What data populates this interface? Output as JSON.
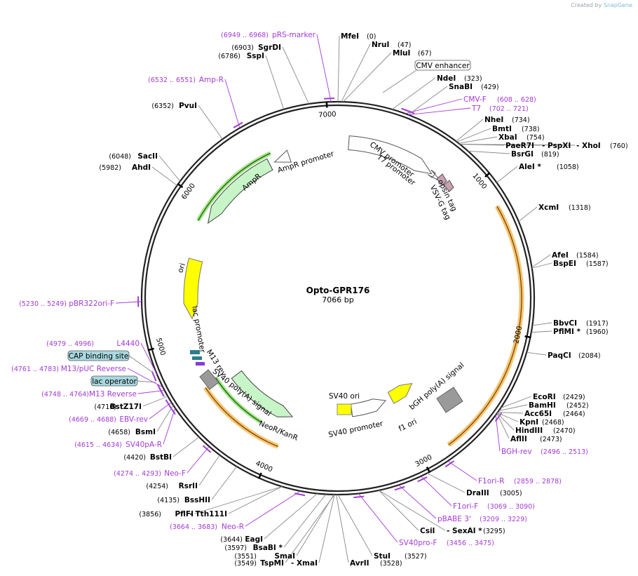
{
  "credit": {
    "prefix": "Created by",
    "brand": "SnapGene"
  },
  "plasmid": {
    "name": "Opto-GPR176",
    "length_label": "7066 bp"
  },
  "ticks": [
    "7000",
    "1000",
    "2000",
    "3000",
    "4000",
    "5000",
    "6000"
  ],
  "sites": [
    {
      "name": "MfeI",
      "pos": "(0)"
    },
    {
      "name": "NruI",
      "pos": "(47)"
    },
    {
      "name": "MluI",
      "pos": "(67)"
    },
    {
      "name": "NdeI",
      "pos": "(323)"
    },
    {
      "name": "SnaBI",
      "pos": "(429)"
    },
    {
      "name": "NheI",
      "pos": "(734)"
    },
    {
      "name": "BmtI",
      "pos": "(738)"
    },
    {
      "name": "XbaI",
      "pos": "(754)"
    },
    {
      "name": "PaeR7I",
      "pos": ""
    },
    {
      "name": "- PspXI",
      "pos": ""
    },
    {
      "name": "- XhoI",
      "pos": "(760)"
    },
    {
      "name": "BsrGI",
      "pos": "(819)"
    },
    {
      "name": "AleI *",
      "pos": "(1058)"
    },
    {
      "name": "XcmI",
      "pos": "(1318)"
    },
    {
      "name": "AfeI",
      "pos": "(1584)"
    },
    {
      "name": "BspEI",
      "pos": "(1587)"
    },
    {
      "name": "BbvCI",
      "pos": "(1917)"
    },
    {
      "name": "PflMI *",
      "pos": "(1960)"
    },
    {
      "name": "PaqCI",
      "pos": "(2084)"
    },
    {
      "name": "EcoRI",
      "pos": "(2429)"
    },
    {
      "name": "BamHI",
      "pos": "(2452)"
    },
    {
      "name": "Acc65I",
      "pos": "(2464)"
    },
    {
      "name": "KpnI",
      "pos": "(2468)"
    },
    {
      "name": "HindIII",
      "pos": "(2470)"
    },
    {
      "name": "AflII",
      "pos": "(2473)"
    },
    {
      "name": "DraIII",
      "pos": "(3005)"
    },
    {
      "name": "CsiI",
      "pos": ""
    },
    {
      "name": "- SexAI *",
      "pos": "(3295)"
    },
    {
      "name": "StuI",
      "pos": "(3527)"
    },
    {
      "name": "AvrII",
      "pos": "(3528)"
    },
    {
      "name": "TspMI",
      "pos": "(3549)"
    },
    {
      "name": "- XmaI",
      "pos": ""
    },
    {
      "name": "SmaI",
      "pos": "(3551)"
    },
    {
      "name": "BsaBI *",
      "pos": "(3597)"
    },
    {
      "name": "EagI",
      "pos": "(3644)"
    },
    {
      "name": "PflFI",
      "pos": "(3856)"
    },
    {
      "name": "- Tth111I",
      "pos": ""
    },
    {
      "name": "BssHII",
      "pos": "(4135)"
    },
    {
      "name": "RsrII",
      "pos": "(4254)"
    },
    {
      "name": "BstBI",
      "pos": "(4420)"
    },
    {
      "name": "BsmI",
      "pos": "(4658)"
    },
    {
      "name": "BstZ17I",
      "pos": "(4710)"
    },
    {
      "name": "AhdI",
      "pos": "(5982)"
    },
    {
      "name": "SacII",
      "pos": "(6048)"
    },
    {
      "name": "PvuI",
      "pos": "(6352)"
    },
    {
      "name": "SspI",
      "pos": "(6786)"
    },
    {
      "name": "SgrDI",
      "pos": "(6903)"
    }
  ],
  "primers": [
    {
      "name": "pRS-marker",
      "pos": "(6949 .. 6968)"
    },
    {
      "name": "Amp-R",
      "pos": "(6532 .. 6551)"
    },
    {
      "name": "CMV-F",
      "pos": "(608 .. 628)"
    },
    {
      "name": "T7",
      "pos": "(702 .. 721)"
    },
    {
      "name": "pBR322ori-F",
      "pos": "(5230 .. 5249)"
    },
    {
      "name": "L4440",
      "pos": "(4979 .. 4996)"
    },
    {
      "name": "M13/pUC Reverse",
      "pos": "(4761 .. 4783)"
    },
    {
      "name": "M13 Reverse",
      "pos": "(4748 .. 4764)"
    },
    {
      "name": "EBV-rev",
      "pos": "(4669 .. 4688)"
    },
    {
      "name": "SV40pA-R",
      "pos": "(4615 .. 4634)"
    },
    {
      "name": "Neo-F",
      "pos": "(4274 .. 4293)"
    },
    {
      "name": "Neo-R",
      "pos": "(3664 .. 3683)"
    },
    {
      "name": "BGH-rev",
      "pos": "(2496 .. 2513)"
    },
    {
      "name": "F1ori-R",
      "pos": "(2859 .. 2878)"
    },
    {
      "name": "F1ori-F",
      "pos": "(3069 .. 3090)"
    },
    {
      "name": "pBABE 3'",
      "pos": "(3209 .. 3229)"
    },
    {
      "name": "SV40pro-F",
      "pos": "(3456 .. 3475)"
    }
  ],
  "boxed_labels": [
    "CMV enhancer",
    "CAP binding site",
    "lac operator"
  ],
  "features": [
    "CMV promoter",
    "T7 promoter",
    "opsin tag",
    "VSV-G tag",
    "bGH poly(A) signal",
    "f1 ori",
    "SV40 ori",
    "SV40 promoter",
    "NeoR/KanR",
    "SV40 poly(A) signal",
    "M13 rev",
    "lac promoter",
    "ori",
    "AmpR",
    "AmpR promoter"
  ],
  "colors": {
    "primer": "#a43ad6",
    "ampr_fill": "#c8f5c8",
    "ori_fill": "#ffff00",
    "orf_glow": "#f5b042",
    "polyA_fill": "#9a9a9a",
    "cap_box": "#a8d8e0"
  }
}
